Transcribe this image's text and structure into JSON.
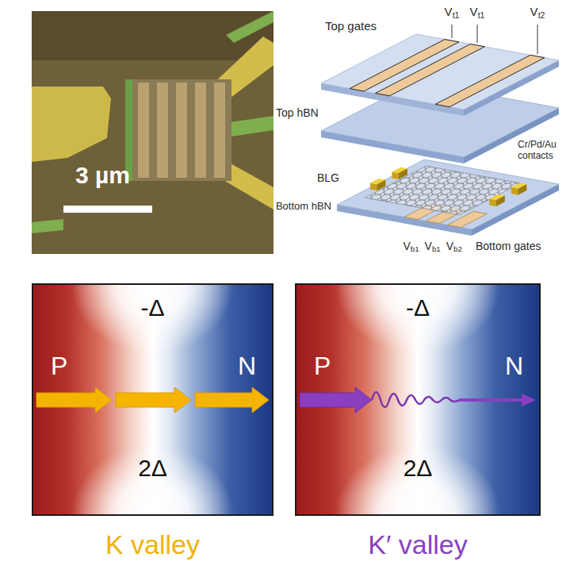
{
  "diagram": {
    "nodes": [
      {
        "text": [
          "3 µm"
        ]
      },
      {
        "text": [
          "-Δ",
          "P",
          "N",
          "2Δ",
          "K valley"
        ]
      },
      {
        "text": [
          "-Δ",
          "P",
          "N",
          "2Δ",
          "K′ valley"
        ]
      }
    ],
    "labels": [
      "Top gates",
      "Vt1",
      "Vt1",
      "Vt2",
      "Top hBN",
      "BLG",
      "Cr/Pd/Au contacts",
      "Bottom hBN",
      "Vb1",
      "Vb1",
      "Vb2",
      "Bottom gates"
    ]
  }
}
